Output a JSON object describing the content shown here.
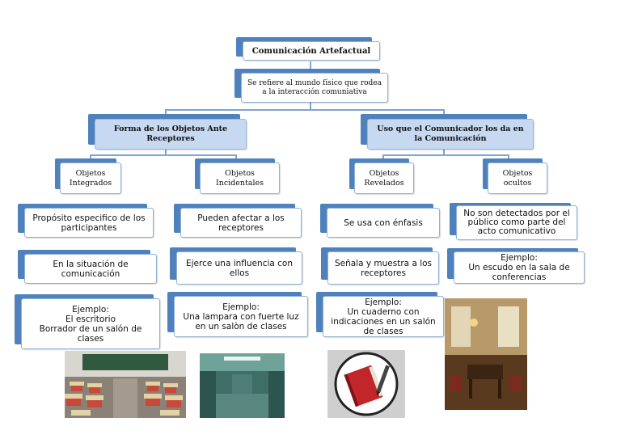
{
  "root": {
    "title": "Comunicación Artefactual",
    "definition": "Se refiere al mundo físico que rodea a la interacción comuniativa"
  },
  "branches": {
    "left": {
      "title": "Forma de los Objetos Ante Receptores",
      "children": [
        {
          "title": "Objetos Integrados",
          "items": [
            "Propósito especifico de los participantes",
            "En la situación de comunicación",
            "Ejemplo:\nEl escritorio\nBorrador de un salón de clases"
          ]
        },
        {
          "title": "Objetos Incidentales",
          "items": [
            "Pueden afectar a los receptores",
            "Ejerce una influencia con ellos",
            "Ejemplo:\nUna lampara con fuerte luz en un salòn de clases"
          ]
        }
      ]
    },
    "right": {
      "title": "Uso que el Comunicador los da en la Comunicación",
      "children": [
        {
          "title": "Objetos Revelados",
          "items": [
            "Se usa con énfasis",
            "Señala y muestra a los receptores",
            "Ejemplo:\nUn cuaderno con indicaciones en un salón de clases"
          ]
        },
        {
          "title": "Objetos ocultos",
          "items": [
            "No son detectados por el público como parte del acto comunicativo",
            "Ejemplo:\nUn escudo en la sala de conferencias"
          ]
        }
      ]
    }
  },
  "colors": {
    "accent": "#4f81bd",
    "connector": "#7fa3d2",
    "light_fill": "#c6d9f1"
  }
}
